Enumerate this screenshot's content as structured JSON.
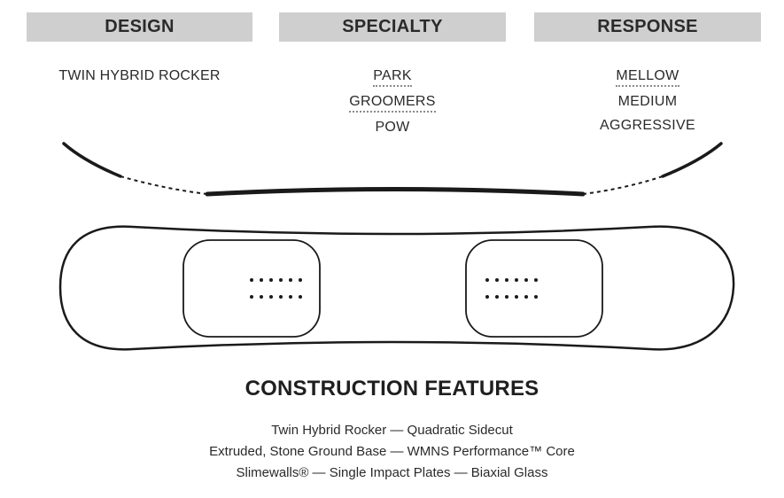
{
  "headers": {
    "design": "DESIGN",
    "specialty": "SPECIALTY",
    "response": "RESPONSE"
  },
  "design": {
    "value": "TWIN HYBRID ROCKER"
  },
  "specialty": {
    "options": [
      {
        "label": "PARK",
        "highlighted": true
      },
      {
        "label": "GROOMERS",
        "highlighted": true
      },
      {
        "label": "POW",
        "highlighted": false
      }
    ]
  },
  "response": {
    "options": [
      {
        "label": "MELLOW",
        "highlighted": true
      },
      {
        "label": "MEDIUM",
        "highlighted": false
      },
      {
        "label": "AGGRESSIVE",
        "highlighted": false
      }
    ]
  },
  "construction": {
    "title": "CONSTRUCTION FEATURES",
    "lines": [
      "Twin Hybrid Rocker — Quadratic Sidecut",
      "Extruded, Stone Ground Base — WMNS Performance™ Core",
      "Slimewalls® — Single Impact Plates — Biaxial Glass"
    ]
  },
  "colors": {
    "header_bg": "#cfcfcf",
    "ink": "#1a1a1a",
    "highlight_underline": "#8a8a8a"
  }
}
